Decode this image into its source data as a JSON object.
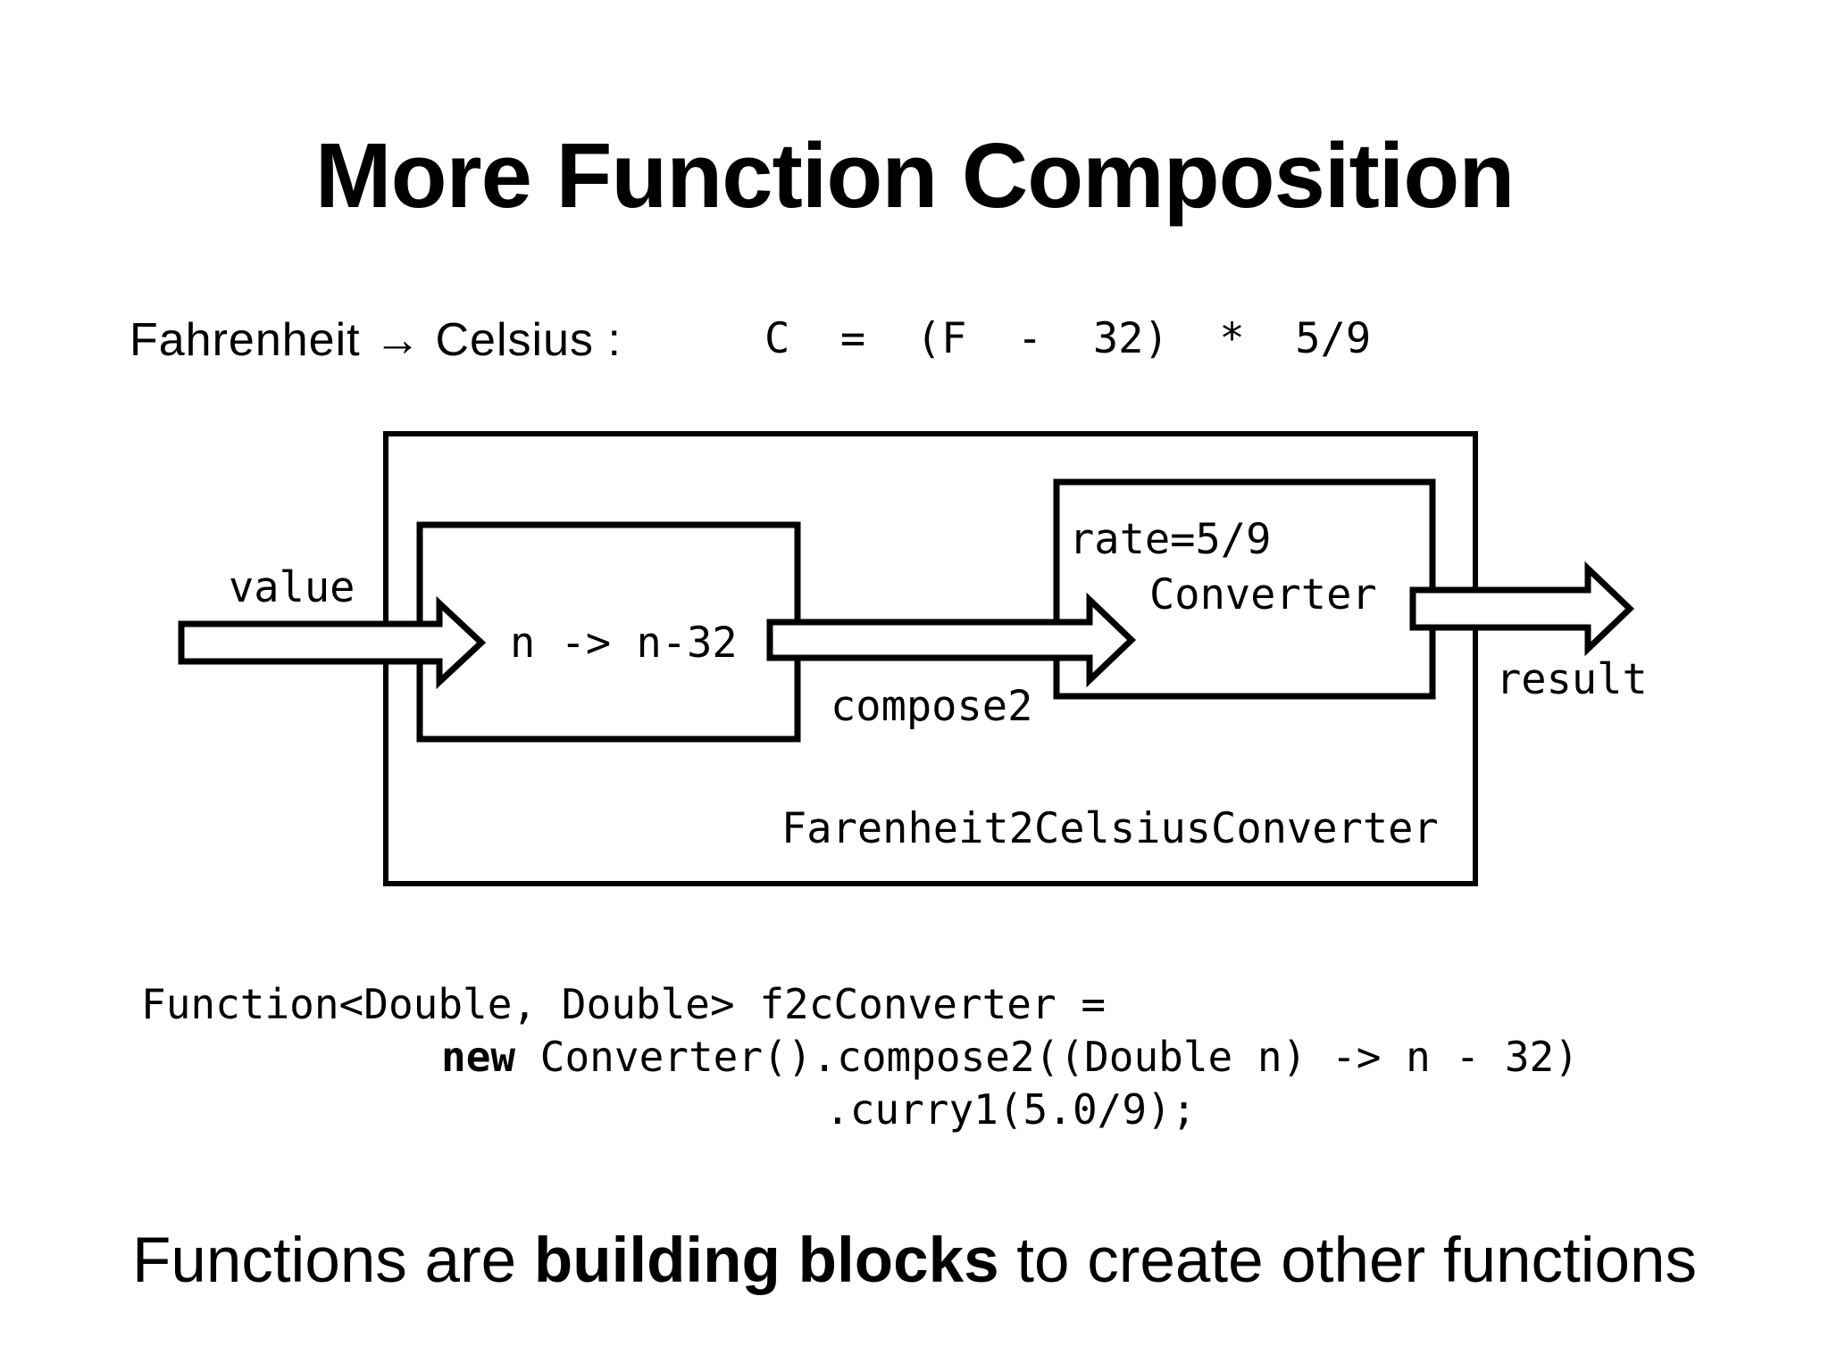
{
  "slide": {
    "title": "More Function Composition",
    "formula": {
      "label": "Fahrenheit → Celsius :",
      "expression": "C  =  (F  -  32)  *  5/9"
    },
    "diagram": {
      "value_label": "value",
      "left_box_label": "n -> n-32",
      "compose2_label": "compose2",
      "rate_label": "rate=5/9",
      "converter_label": "Converter",
      "result_label": "result",
      "outer_box_label": "Farenheit2CelsiusConverter"
    },
    "code": {
      "line1": "Function<Double, Double> f2cConverter =",
      "line2_keyword": "new",
      "line2_rest": " Converter().compose2((Double n) -> n - 32)",
      "line3": ".curry1(5.0/9);"
    },
    "footer": {
      "prefix": "Functions are ",
      "bold": "building blocks",
      "suffix": " to create other functions"
    }
  },
  "colors": {
    "ink": "#000000",
    "background": "#ffffff"
  }
}
